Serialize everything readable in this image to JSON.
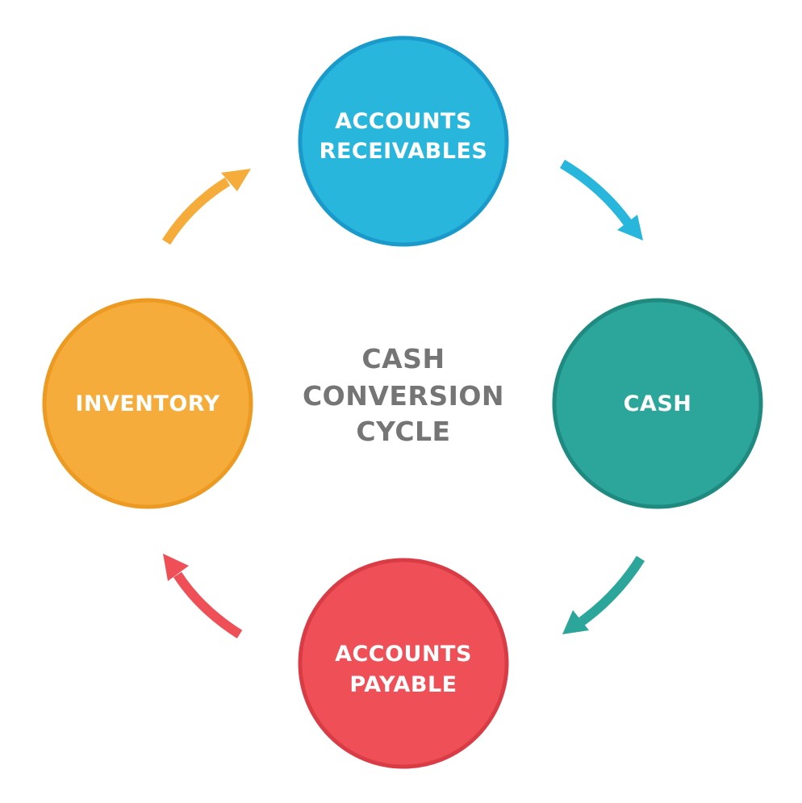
{
  "center": {
    "line1": "CASH",
    "line2": "CONVERSION",
    "line3": "CYCLE"
  },
  "nodes": {
    "accounts_receivables": {
      "line1": "ACCOUNTS",
      "line2": "RECEIVABLES",
      "fill": "#29B6DD",
      "stroke": "#1A9ACB"
    },
    "cash": {
      "line1": "CASH",
      "fill": "#2CA69A",
      "stroke": "#1F8A80"
    },
    "accounts_payable": {
      "line1": "ACCOUNTS",
      "line2": "PAYABLE",
      "fill": "#EF5058",
      "stroke": "#DA3C45"
    },
    "inventory": {
      "line1": "INVENTORY",
      "fill": "#F5AC3B",
      "stroke": "#EC9A22"
    }
  },
  "arrows": {
    "receivables_to_cash": {
      "color": "#29B6DD"
    },
    "cash_to_payable": {
      "color": "#2CA69A"
    },
    "payable_to_inventory": {
      "color": "#EF5058"
    },
    "inventory_to_receivables": {
      "color": "#F5AC3B"
    }
  }
}
